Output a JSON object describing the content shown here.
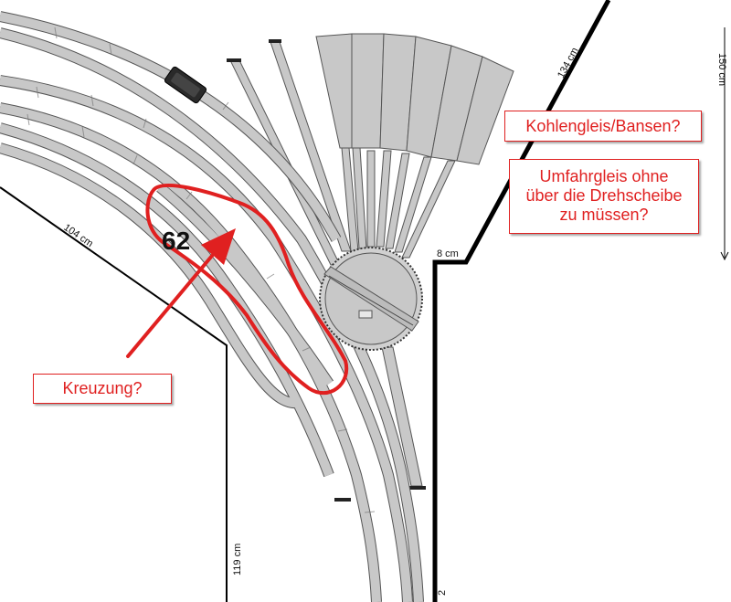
{
  "dimensions": {
    "d104": "104 cm",
    "d134": "134 cm",
    "d8": "8 cm",
    "d119": "119 cm",
    "d_clipped_right": "150 cm",
    "d_clipped_bottom": "2"
  },
  "track_number": "62",
  "callouts": {
    "kreuzung": "Kreuzung?",
    "kohlengleis": "Kohlengleis/Bansen?",
    "umfahrgleis": [
      "Umfahrgleis ohne",
      "über die Drehscheibe",
      "zu müssen?"
    ]
  },
  "colors": {
    "annotation_red": "#e02020",
    "track_gray": "#c8c8c8",
    "track_outline": "#555555",
    "wall": "#000000"
  }
}
